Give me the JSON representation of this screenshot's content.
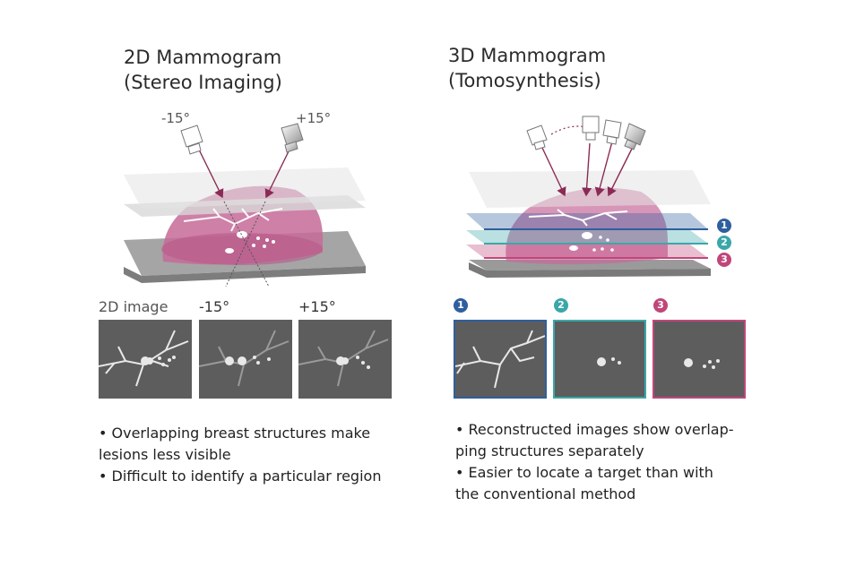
{
  "left": {
    "title_line1": "2D Mammogram",
    "title_line2": "(Stereo Imaging)",
    "angle_left": "-15°",
    "angle_right": "+15°",
    "tile_labels": [
      "2D image",
      "-15°",
      "+15°"
    ],
    "bullets": [
      "• Overlapping breast structures make",
      "lesions less visible",
      "• Difficult to identify a particular region"
    ]
  },
  "right": {
    "title_line1": "3D Mammogram",
    "title_line2": "(Tomosynthesis)",
    "slice_numbers": [
      "1",
      "2",
      "3"
    ],
    "bullets": [
      "• Reconstructed images show overlap-",
      "ping structures separately",
      "• Easier to locate a target than with",
      "the conventional method"
    ]
  },
  "colors": {
    "slice1": "#2f5f9e",
    "slice2": "#3aa7a9",
    "slice3": "#c0467a",
    "tissue": "#c66a98",
    "arrow": "#8a2a55",
    "tile_bg": "#5d5d5d",
    "plate": "#cfcfcf",
    "detector": "#9a9a9a"
  },
  "icons": [
    "x-ray-tube-icon",
    "breast-tissue-icon",
    "compression-plate-icon",
    "detector-plate-icon"
  ]
}
